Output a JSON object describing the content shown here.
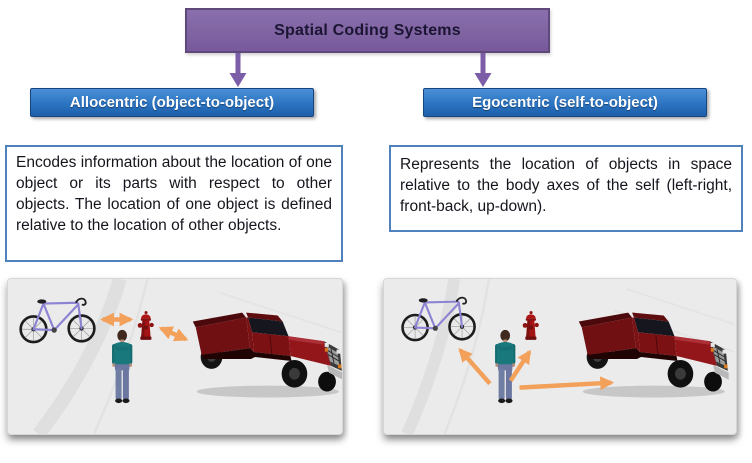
{
  "root": {
    "label": "Spatial Coding Systems"
  },
  "connectors": [
    {
      "from": "Spatial Coding Systems",
      "to": "Allocentric (object-to-object)"
    },
    {
      "from": "Spatial Coding Systems",
      "to": "Egocentric (self-to-object)"
    }
  ],
  "branches": [
    {
      "id": "allocentric",
      "header": "Allocentric (object-to-object)",
      "description": "Encodes information about the location of one object or its parts with respect to other objects. The location of one object is defined relative to the location of other objects.",
      "scene": {
        "objects": [
          "bicycle",
          "person",
          "fire hydrant",
          "pickup truck"
        ],
        "arrows": [
          {
            "from": "bicycle",
            "to": "fire hydrant",
            "heads": "double"
          },
          {
            "from": "fire hydrant",
            "to": "pickup truck",
            "heads": "double"
          }
        ]
      }
    },
    {
      "id": "egocentric",
      "header": "Egocentric (self-to-object)",
      "description": "Represents the location of objects in space relative to the body axes of the self (left-right, front-back, up-down).",
      "scene": {
        "objects": [
          "bicycle",
          "person",
          "fire hydrant",
          "pickup truck"
        ],
        "arrows": [
          {
            "from": "person",
            "to": "bicycle",
            "heads": "single"
          },
          {
            "from": "person",
            "to": "fire hydrant",
            "heads": "single"
          },
          {
            "from": "person",
            "to": "pickup truck",
            "heads": "single"
          }
        ]
      }
    }
  ],
  "colors": {
    "root_fill": "#8064A2",
    "root_border": "#5F497A",
    "root_text": "#1B1533",
    "branch_fill_top": "#4A8FD6",
    "branch_fill_bottom": "#1D5FA8",
    "branch_border": "#17457E",
    "branch_text": "#FFFFFF",
    "description_border": "#4F81BD",
    "description_text": "#15151D",
    "connector_arrow": "#7C5DA8",
    "scene_arrow": "#F2A05A",
    "scene_ground": "#EBEBEB",
    "truck_body": "#701013",
    "bicycle_frame": "#8C83D2",
    "person_shirt": "#19787C",
    "person_pants": "#717EA3",
    "hydrant_red": "#A31313"
  }
}
